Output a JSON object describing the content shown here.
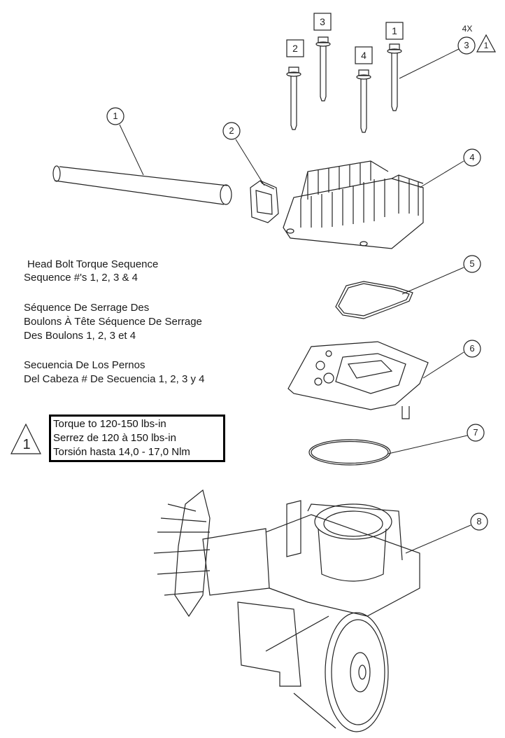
{
  "sequence_text": {
    "english": [
      "Head Bolt Torque Sequence",
      "Sequence #'s 1, 2, 3 & 4"
    ],
    "french": [
      "Séquence De Serrage Des",
      "Boulons À Tête Séquence De Serrage",
      "Des Boulons 1, 2, 3 et 4"
    ],
    "spanish": [
      "Secuencia De Los Pernos",
      "Del Cabeza # De Secuencia 1, 2, 3 y 4"
    ]
  },
  "torque_note": {
    "symbol": "1",
    "lines": [
      "Torque to 120-150 lbs-in",
      "Serrez de 120 à 150 lbs-in",
      "Torsión hasta 14,0 - 17,0 Nlm"
    ]
  },
  "bolt_sequence_labels": [
    "1",
    "2",
    "3",
    "4"
  ],
  "bolt_callout": {
    "quantity": "4X",
    "part": "3",
    "note_symbol": "1"
  },
  "callouts": [
    "1",
    "2",
    "4",
    "5",
    "6",
    "7",
    "8"
  ]
}
